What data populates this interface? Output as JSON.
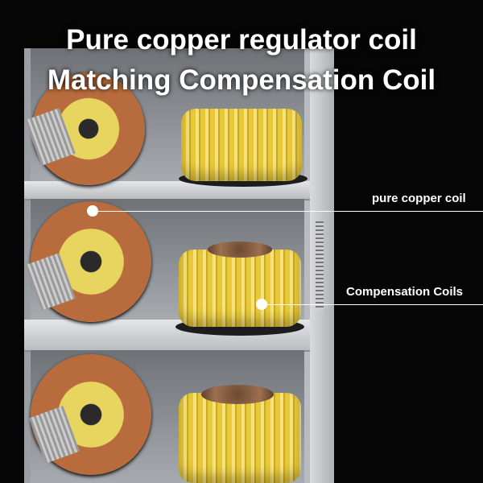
{
  "title": {
    "line1": "Pure copper regulator coil",
    "line2": "Matching Compensation Coil"
  },
  "callouts": [
    {
      "label": "pure copper coil"
    },
    {
      "label": "Compensation Coils"
    }
  ],
  "colors": {
    "background": "#050505",
    "text": "#ffffff",
    "coil_yellow": "#f2dc5a"
  }
}
